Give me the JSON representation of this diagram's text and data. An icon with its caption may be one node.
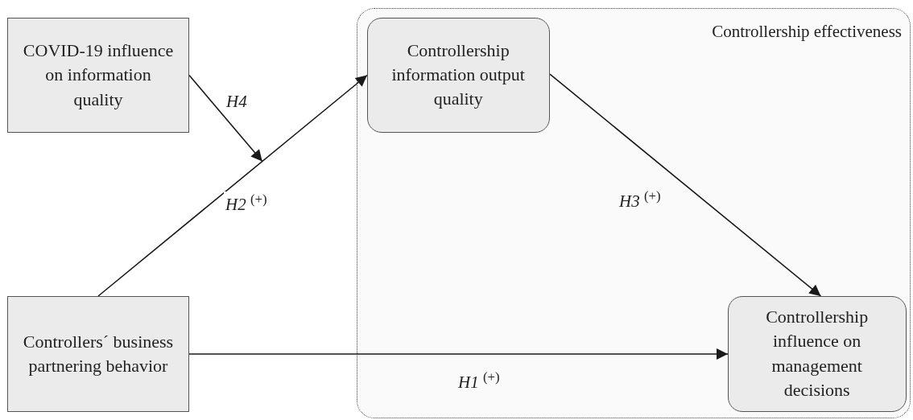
{
  "diagram": {
    "nodes": [
      {
        "text": [
          "COVID-19 influence on information quality"
        ]
      },
      {
        "text": [
          "Controllership effectiveness"
        ]
      },
      {
        "text": [
          "Controllership information output quality"
        ],
        "in": 1
      },
      {
        "text": [
          "Controllers´ business partnering behavior"
        ]
      },
      {
        "text": [
          "Controllership influence on management decisions"
        ],
        "in": 1
      }
    ],
    "edges": [
      {
        "from": 3,
        "to": 2,
        "arrow": "to",
        "label": "*H2* $^{(+)}$"
      },
      {
        "from": 0,
        "to": null,
        "arrow": "to",
        "label": "*H4*"
      },
      {
        "from": 2,
        "to": 4,
        "arrow": "to",
        "label": "*H3* $^{(+)}$"
      },
      {
        "from": 3,
        "to": 4,
        "arrow": "to",
        "label": "*H1* $^{(+)}$"
      }
    ]
  }
}
